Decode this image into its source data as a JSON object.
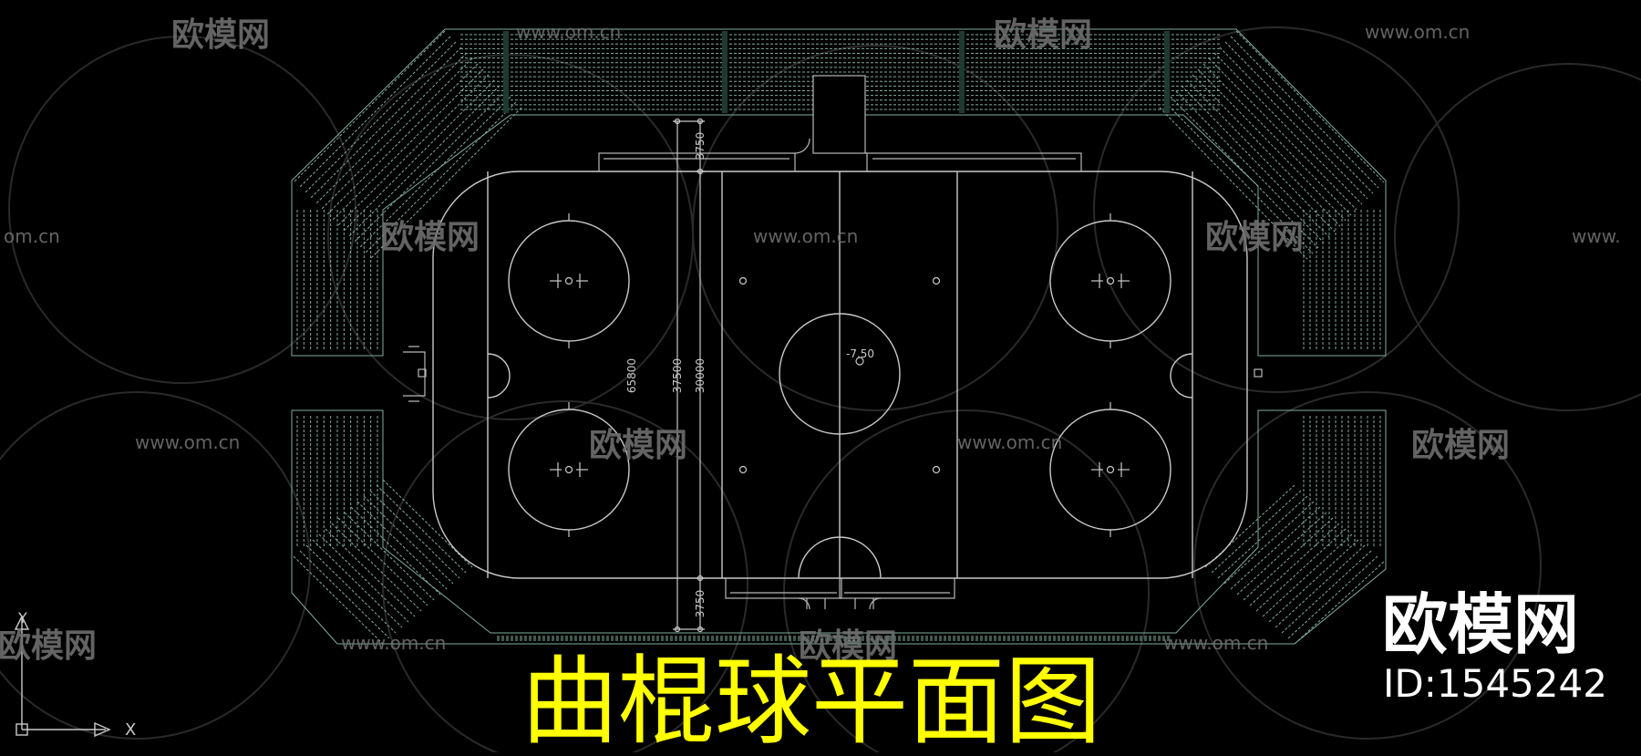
{
  "drawing": {
    "title": "曲棍球平面图",
    "center_spot_label": "-7.50",
    "dimensions": {
      "total_length": "65800",
      "seating_depth": "37500",
      "rink_length": "30000",
      "top_offset": "3750",
      "bottom_offset": "3750"
    },
    "ucs": {
      "y_label": "Y",
      "x_label": "X"
    }
  },
  "watermark": {
    "brand": "欧模网",
    "url": "www.om.cn",
    "url_fragment_left": "om.cn",
    "url_fragment_right": "www.",
    "id_text": "ID:1545242"
  },
  "colors": {
    "background": "#000000",
    "rink_lines": "#c9c9c9",
    "seating": "#7fae9c",
    "title": "#ffff00",
    "watermark": "#6e6e6e",
    "brand_logo": "#ffffff"
  }
}
